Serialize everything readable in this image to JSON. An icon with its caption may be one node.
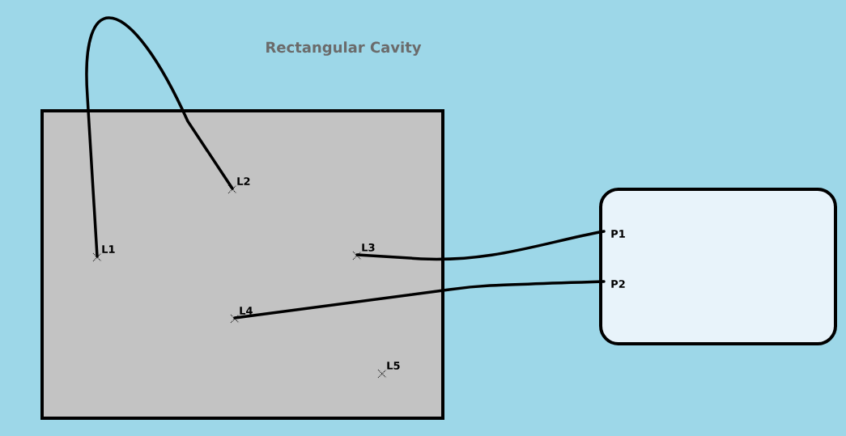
{
  "diagram": {
    "nodes": [
      {
        "text": [
          "Rectangular Cavity"
        ]
      },
      {
        "text": [
          "L1"
        ],
        "in": 0
      },
      {
        "text": [
          "L2"
        ],
        "in": 0
      },
      {
        "text": [
          "L3"
        ],
        "in": 0
      },
      {
        "text": [
          "L4"
        ],
        "in": 0
      },
      {
        "text": [
          "L5"
        ],
        "in": 0
      },
      {
        "text": [],
        "shape": "box"
      },
      {
        "text": [
          "P1"
        ],
        "in": 6
      },
      {
        "text": [
          "P2"
        ],
        "in": 6
      }
    ],
    "edges": [
      {
        "from": 1,
        "to": 2,
        "arrow": "none"
      },
      {
        "from": 3,
        "to": 7,
        "arrow": "none"
      },
      {
        "from": 4,
        "to": 8,
        "arrow": "none"
      }
    ]
  }
}
